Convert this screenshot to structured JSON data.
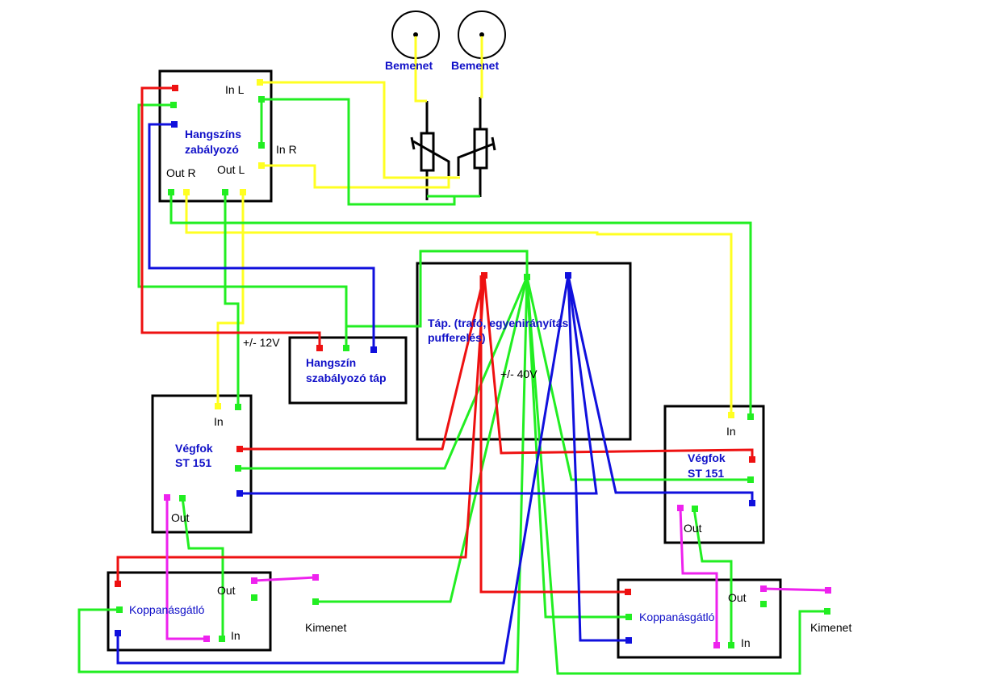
{
  "colors": {
    "red": "#ee1111",
    "green": "#22ee22",
    "blue": "#1010dd",
    "yellow": "#ffff22",
    "magenta": "#ee22ee",
    "black": "#000000",
    "label_blue": "#1010c8"
  },
  "inputs": [
    {
      "label": "Bemenet"
    },
    {
      "label": "Bemenet"
    }
  ],
  "tone_control": {
    "title_line1": "Hangszíns",
    "title_line2": "zabályozó",
    "in_l": "In L",
    "in_r": "In R",
    "out_r": "Out R",
    "out_l": "Out L"
  },
  "tone_psu": {
    "title_line1": "Hangszín",
    "title_line2": "szabályozó táp",
    "voltage": "+/- 12V"
  },
  "main_psu": {
    "title_line1": "Táp. (trafó, egyenirányítás,",
    "title_line2": "pufferelés)",
    "voltage": "+/- 40V"
  },
  "amps": [
    {
      "title_line1": "Végfok",
      "title_line2": "ST 151",
      "in": "In",
      "out": "Out"
    },
    {
      "title_line1": "Végfok",
      "title_line2": "ST 151",
      "in": "In",
      "out": "Out"
    }
  ],
  "pop_guards": [
    {
      "title": "Koppanásgátló",
      "out": "Out",
      "in": "In",
      "output_label": "Kimenet"
    },
    {
      "title": "Koppanásgátló",
      "out": "Out",
      "in": "In",
      "output_label": "Kimenet"
    }
  ]
}
